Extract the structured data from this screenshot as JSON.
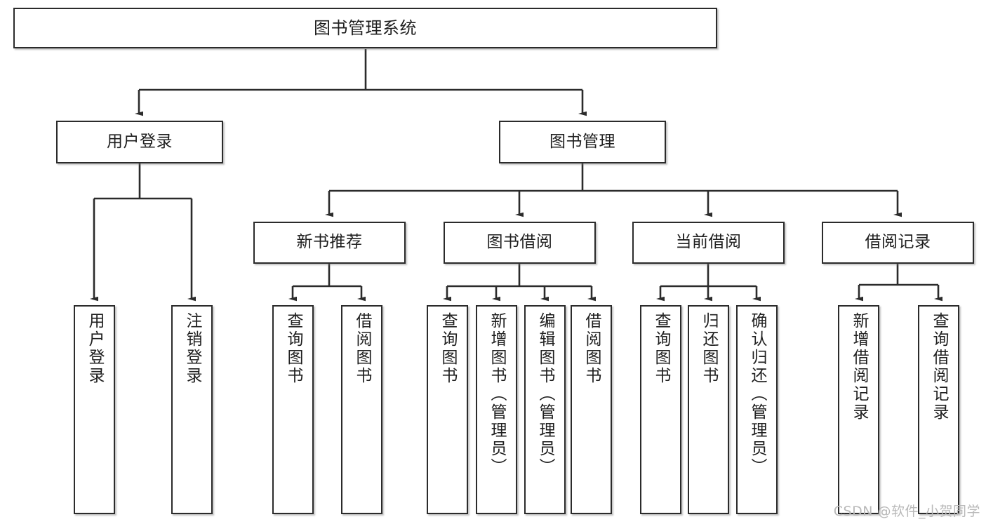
{
  "diagram": {
    "title": "图书管理系统",
    "type": "tree",
    "watermark": "CSDN @软件_小贺同学",
    "colors": {
      "box_border": "#2b2b2b",
      "box_fill": "#ffffff",
      "edge": "#2b2b2b",
      "text": "#1f1f1f",
      "watermark": "#b9b9b9",
      "background": "#ffffff"
    },
    "levels": {
      "level1": [
        "图书管理系统"
      ],
      "level2": [
        "用户登录",
        "图书管理"
      ],
      "level3": [
        "新书推荐",
        "图书借阅",
        "当前借阅",
        "借阅记录"
      ],
      "level4": [
        "用户登录",
        "注销登录",
        "查询图书",
        "借阅图书",
        "查询图书",
        "新增图书（管理员）",
        "编辑图书（管理员）",
        "借阅图书",
        "查询图书",
        "归还图书",
        "确认归还（管理员）",
        "新增借阅记录",
        "查询借阅记录"
      ]
    },
    "nodes": {
      "root": {
        "label": "图书管理系统"
      },
      "user_login": {
        "label": "用户登录"
      },
      "book_manage": {
        "label": "图书管理"
      },
      "new_book_rec": {
        "label": "新书推荐"
      },
      "book_borrow": {
        "label": "图书借阅"
      },
      "current_borrow": {
        "label": "当前借阅"
      },
      "borrow_record": {
        "label": "借阅记录"
      },
      "leaf_user_login": {
        "label": "用户登录"
      },
      "leaf_logout": {
        "label": "注销登录"
      },
      "leaf_query_book_a": {
        "label": "查询图书"
      },
      "leaf_borrow_book_a": {
        "label": "借阅图书"
      },
      "leaf_query_book_b": {
        "label": "查询图书"
      },
      "leaf_add_book": {
        "label": "新增图书（管理员）"
      },
      "leaf_edit_book": {
        "label": "编辑图书（管理员）"
      },
      "leaf_borrow_book_b": {
        "label": "借阅图书"
      },
      "leaf_query_book_c": {
        "label": "查询图书"
      },
      "leaf_return_book": {
        "label": "归还图书"
      },
      "leaf_confirm_return": {
        "label": "确认归还（管理员）"
      },
      "leaf_add_record": {
        "label": "新增借阅记录"
      },
      "leaf_query_record": {
        "label": "查询借阅记录"
      }
    },
    "edges": [
      {
        "from": "root",
        "to": "user_login"
      },
      {
        "from": "root",
        "to": "book_manage"
      },
      {
        "from": "user_login",
        "to": "leaf_user_login"
      },
      {
        "from": "user_login",
        "to": "leaf_logout"
      },
      {
        "from": "book_manage",
        "to": "new_book_rec"
      },
      {
        "from": "book_manage",
        "to": "book_borrow"
      },
      {
        "from": "book_manage",
        "to": "current_borrow"
      },
      {
        "from": "book_manage",
        "to": "borrow_record"
      },
      {
        "from": "new_book_rec",
        "to": "leaf_query_book_a"
      },
      {
        "from": "new_book_rec",
        "to": "leaf_borrow_book_a"
      },
      {
        "from": "book_borrow",
        "to": "leaf_query_book_b"
      },
      {
        "from": "book_borrow",
        "to": "leaf_add_book"
      },
      {
        "from": "book_borrow",
        "to": "leaf_edit_book"
      },
      {
        "from": "book_borrow",
        "to": "leaf_borrow_book_b"
      },
      {
        "from": "current_borrow",
        "to": "leaf_query_book_c"
      },
      {
        "from": "current_borrow",
        "to": "leaf_return_book"
      },
      {
        "from": "current_borrow",
        "to": "leaf_confirm_return"
      },
      {
        "from": "borrow_record",
        "to": "leaf_add_record"
      },
      {
        "from": "borrow_record",
        "to": "leaf_query_record"
      }
    ]
  }
}
